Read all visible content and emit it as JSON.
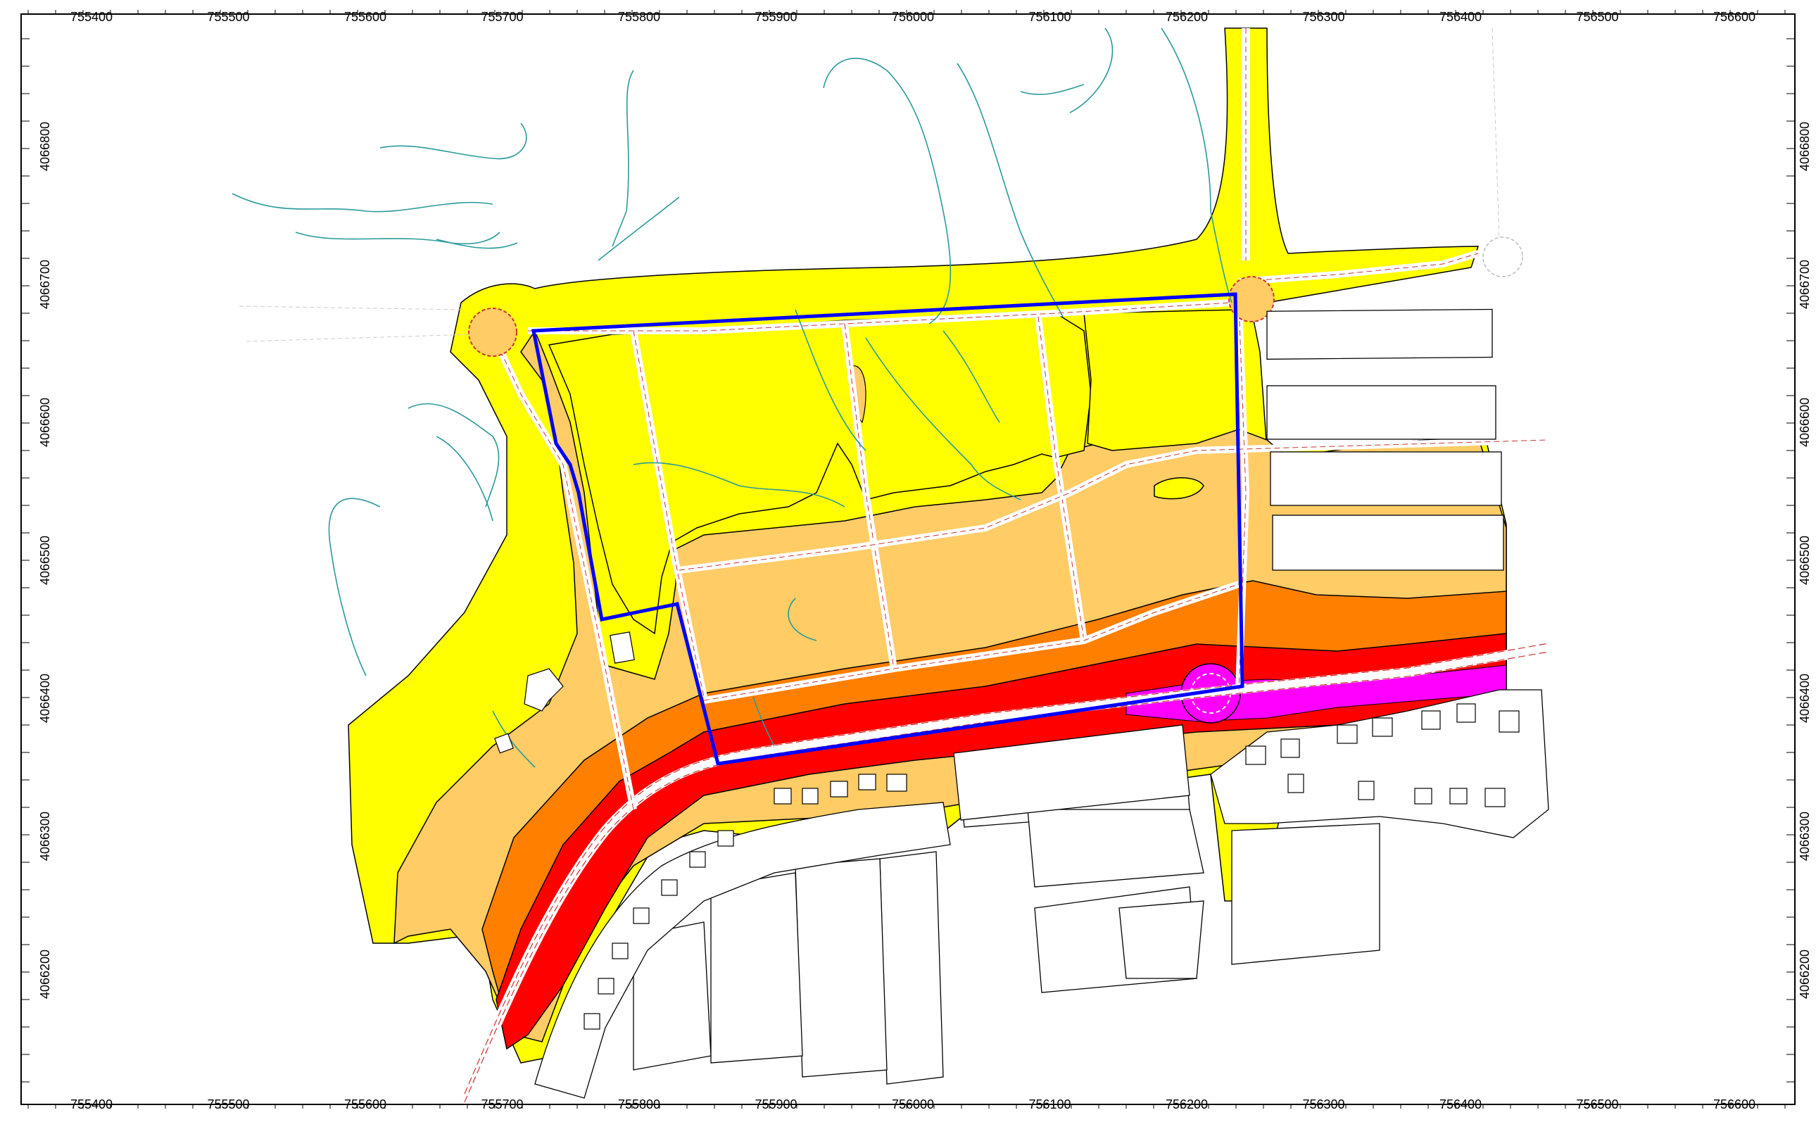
{
  "map": {
    "x_ticks": [
      "755400",
      "755500",
      "755600",
      "755700",
      "755800",
      "755900",
      "756000",
      "756100",
      "756200",
      "756300",
      "756400",
      "756500",
      "756600"
    ],
    "y_ticks": [
      "4066800",
      "4066700",
      "4066600",
      "4066500",
      "4066400",
      "4066300",
      "4066200"
    ],
    "zone_colors": {
      "yellow": "#ffff00",
      "light_orange": "#ffcc66",
      "orange": "#ff7f00",
      "red": "#ff0000",
      "magenta": "#ff00ff",
      "boundary": "#0000ff",
      "contour": "#2b9a9a",
      "road_edge": "#cc3333"
    }
  }
}
